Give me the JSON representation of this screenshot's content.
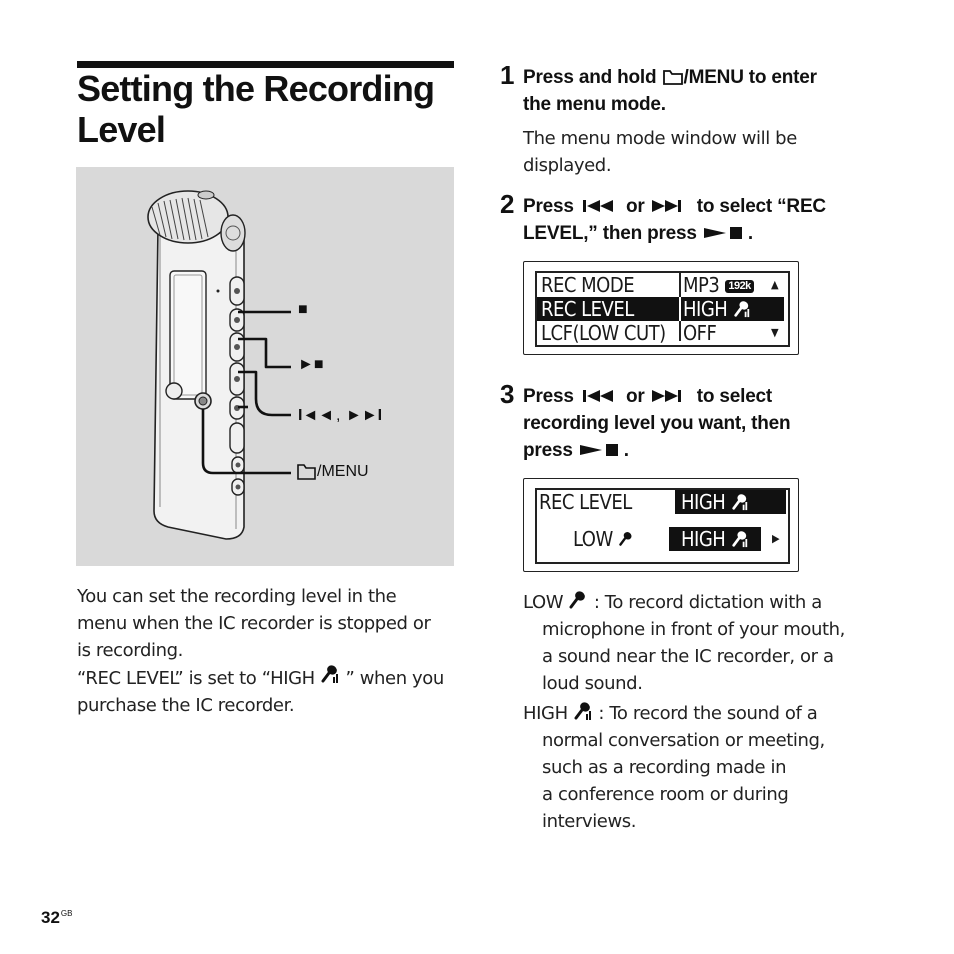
{
  "page": {
    "title_line1": "Setting the Recording",
    "title_line2": "Level",
    "page_number": "32",
    "page_suffix": "GB"
  },
  "illustration": {
    "labels": {
      "stop": "■",
      "play_stop": "►■",
      "prev": "I◄◄",
      "comma": ",",
      "next": "►►I",
      "menu": "/MENU"
    }
  },
  "intro": {
    "line1": "You can set the recording level in the",
    "line2": "menu when the IC recorder is stopped or",
    "line3": "is recording.",
    "line4a": "“REC LEVEL” is set to “HIGH",
    "line4b": "” when you",
    "line5": "purchase the IC recorder."
  },
  "steps": [
    {
      "number": "1",
      "line1a": "Press and hold",
      "line1b": "/MENU to enter",
      "line2": "the menu mode.",
      "note1": "The menu mode window will be",
      "note2": "displayed."
    },
    {
      "number": "2",
      "line1a": "Press",
      "or": "or",
      "line1b": "to select “REC",
      "line2a": "LEVEL,” then press",
      "line2b": "."
    },
    {
      "number": "3",
      "line1a": "Press",
      "or": "or",
      "line1b": "to select",
      "line2": "recording level you want, then",
      "line3a": "press",
      "line3b": "."
    }
  ],
  "lcd1": {
    "rows": [
      {
        "left": "REC MODE",
        "right": "MP3",
        "badge": "192k",
        "selected": false
      },
      {
        "left": "REC LEVEL",
        "right": "HIGH",
        "selected": true
      },
      {
        "left": "LCF(LOW CUT)",
        "right": "OFF",
        "selected": false
      }
    ]
  },
  "lcd2": {
    "header_left": "REC LEVEL",
    "header_right": "HIGH",
    "option_low": "LOW",
    "option_high": "HIGH"
  },
  "descriptions": {
    "low_term": "LOW",
    "low_line1": ": To record dictation with a",
    "low_line2": "microphone in front of your mouth,",
    "low_line3": "a sound near the IC recorder, or a",
    "low_line4": "loud sound.",
    "high_term": "HIGH",
    "high_line1": ": To record the sound of a",
    "high_line2": "normal conversation or meeting,",
    "high_line3": "such as a recording made in",
    "high_line4": "a conference room or during",
    "high_line5": "interviews."
  }
}
